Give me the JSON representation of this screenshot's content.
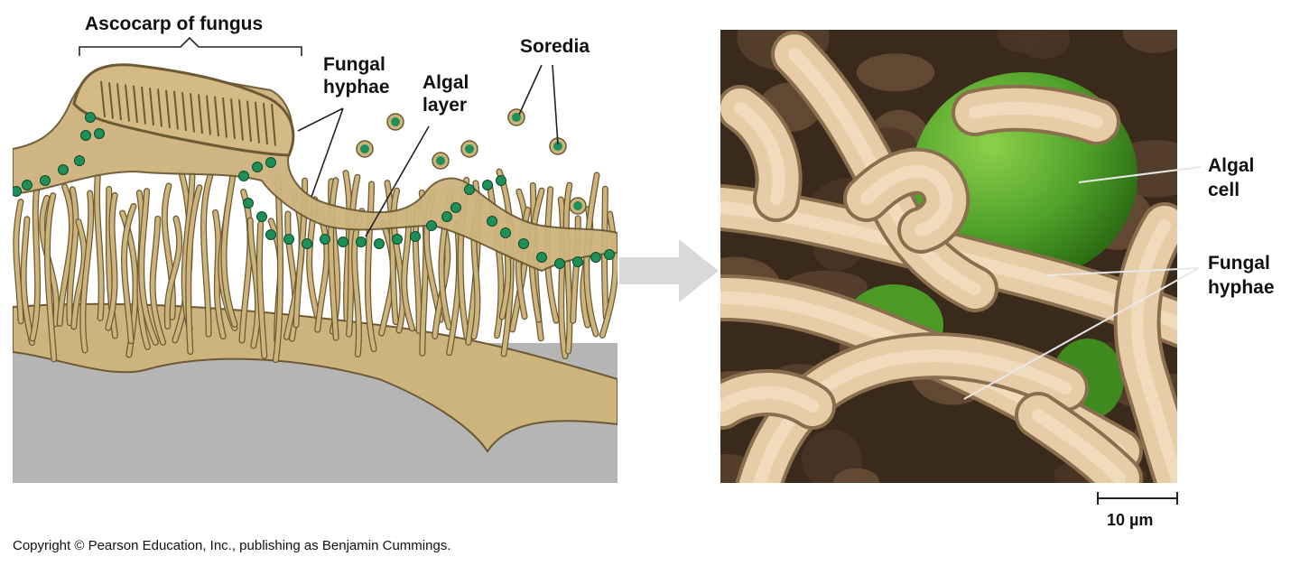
{
  "labels": {
    "ascocarp": "Ascocarp of fungus",
    "fungal_hyphae_left_1": "Fungal",
    "fungal_hyphae_left_2": "hyphae",
    "algal_layer_1": "Algal",
    "algal_layer_2": "layer",
    "soredia": "Soredia",
    "algal_cell_1": "Algal",
    "algal_cell_2": "cell",
    "fungal_hyphae_right_1": "Fungal",
    "fungal_hyphae_right_2": "hyphae",
    "scale_bar": "10 µm"
  },
  "copyright": "Copyright © Pearson Education, Inc., publishing as Benjamin Cummings.",
  "colors": {
    "hyphae": "#cdb37c",
    "hyphae_outline": "#6b5a33",
    "algae": "#1f8f5a",
    "substrate": "#b5b5b5",
    "micrograph_background": "#3a2a1c",
    "micrograph_hyphae": "#e6cda7",
    "micrograph_algal_cell": "#56a82d",
    "arrow": "#d9d9d9"
  }
}
